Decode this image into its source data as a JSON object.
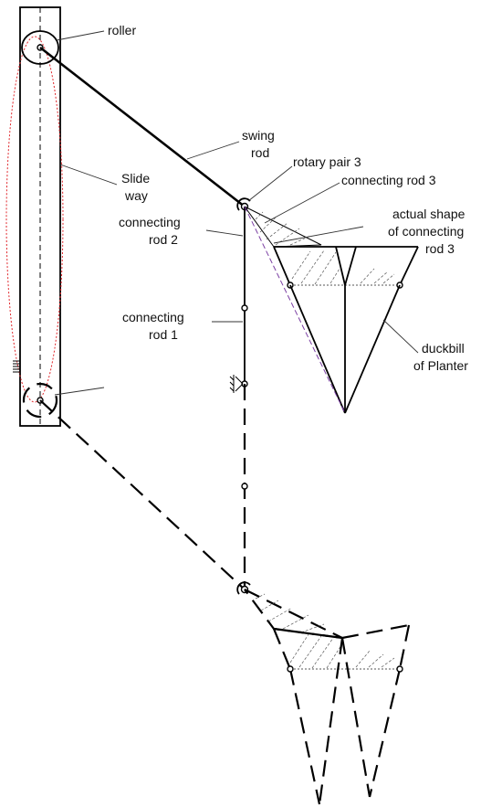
{
  "labels": {
    "roller": "roller",
    "swing_rod_line1": "swing",
    "swing_rod_line2": "rod",
    "slide_way_line1": "Slide",
    "slide_way_line2": "way",
    "rotary_pair_3": "rotary pair 3",
    "connecting_rod_3": "connecting rod 3",
    "connecting_rod_2_line1": "connecting",
    "connecting_rod_2_line2": "rod 2",
    "actual_shape_line1": "actual shape",
    "actual_shape_line2": "of connecting",
    "actual_shape_line3": "rod 3",
    "connecting_rod_1_line1": "connecting",
    "connecting_rod_1_line2": "rod 1",
    "duckbill_line1": "duckbill",
    "duckbill_line2": "of Planter"
  },
  "colors": {
    "ellipse_highlight": "#e0262b",
    "purple_dashed": "#7b3fa3"
  }
}
